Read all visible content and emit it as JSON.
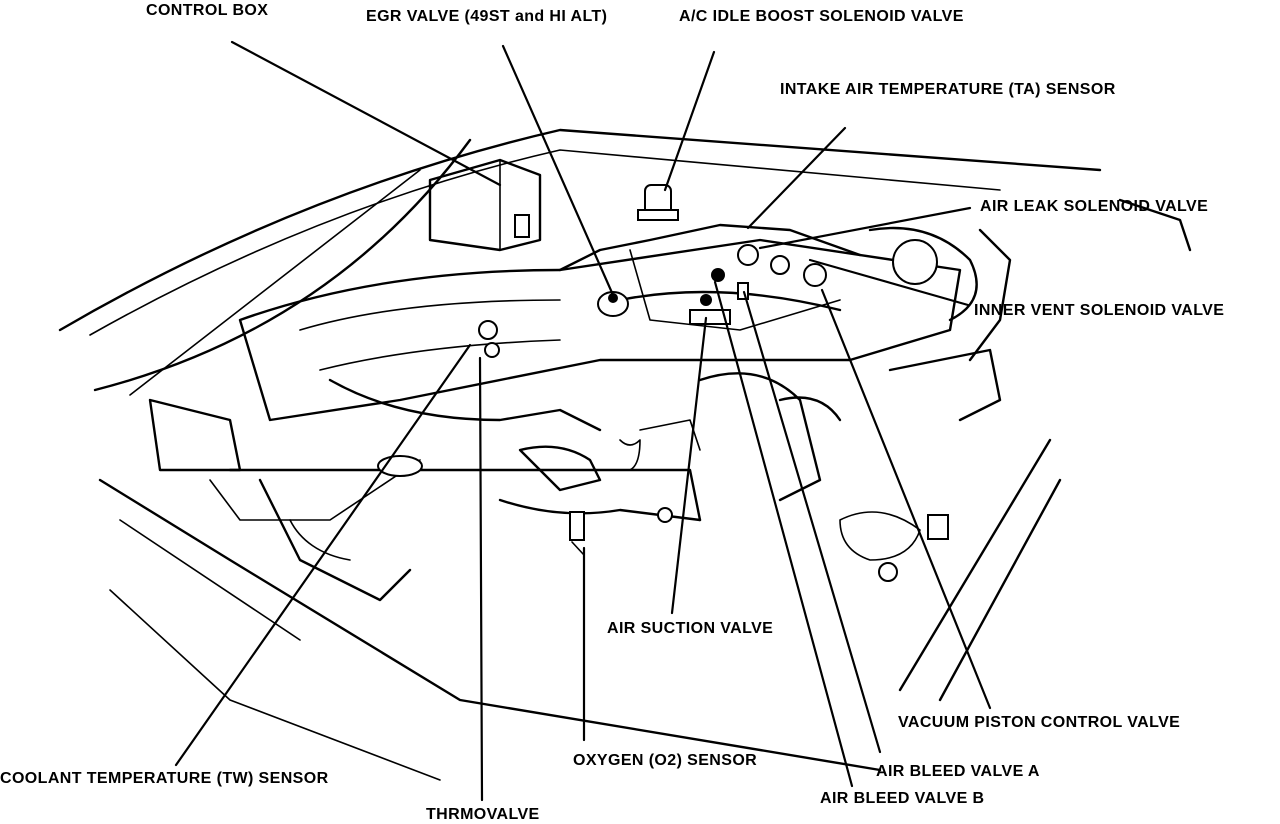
{
  "labels": {
    "control_box": "CONTROL BOX",
    "egr_valve": "EGR VALVE (49ST and HI ALT)",
    "ac_idle_boost": "A/C IDLE BOOST SOLENOID VALVE",
    "intake_air_temp": "INTAKE AIR TEMPERATURE (TA) SENSOR",
    "air_leak_solenoid": "AIR LEAK SOLENOID VALVE",
    "inner_vent_solenoid": "INNER VENT SOLENOID VALVE",
    "air_suction_valve": "AIR SUCTION VALVE",
    "vacuum_piston": "VACUUM PISTON CONTROL VALVE",
    "oxygen_sensor": "OXYGEN (O2) SENSOR",
    "air_bleed_a": "AIR BLEED VALVE A",
    "air_bleed_b": "AIR BLEED VALVE B",
    "coolant_temp": "COOLANT TEMPERATURE (TW) SENSOR",
    "thermovalve": "THRMOVALVE"
  }
}
